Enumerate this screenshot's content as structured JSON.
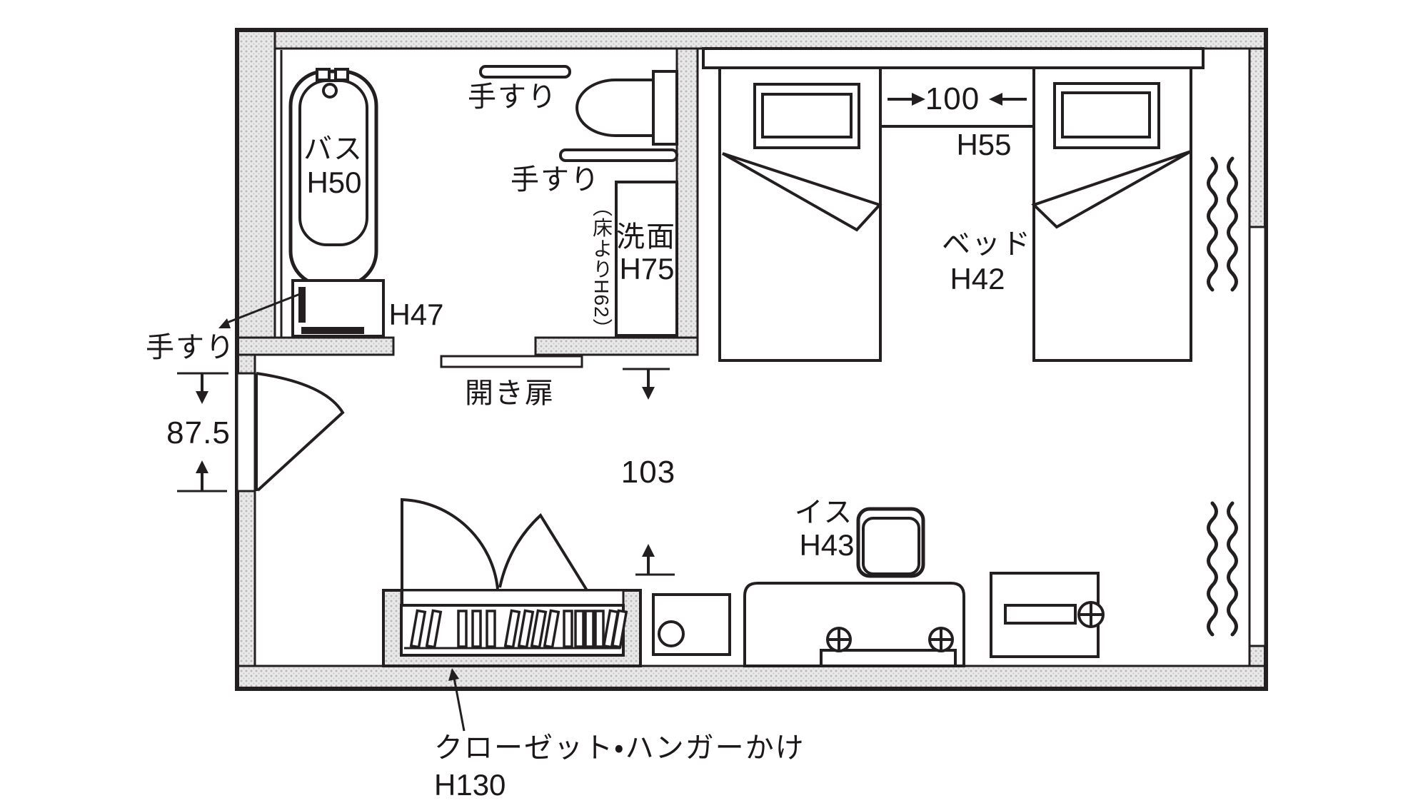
{
  "floorplan": {
    "bathroom": {
      "bathtub": {
        "label": "バス",
        "height": "H50"
      },
      "grab_bar_top": "手すり",
      "grab_bar_side": "手すり",
      "grab_bar_bath": "手すり",
      "washbasin": {
        "label": "洗面",
        "height": "H75",
        "note": "（床よりH62）"
      },
      "bench_height": "H47",
      "door_label": "開き扉"
    },
    "entrance": {
      "door_width": "87.5"
    },
    "bedroom": {
      "bed_gap": "100",
      "headboard_height": "H55",
      "bed": {
        "label": "ベッド",
        "height": "H42"
      },
      "chair": {
        "label": "イス",
        "height": "H43"
      },
      "clearance": "103",
      "closet": {
        "label": "クローゼット・ハンガーかけ",
        "height": "H130"
      }
    }
  },
  "colors": {
    "line": "#231f20",
    "wall_fill": "#e9e9e9",
    "wall_dot": "#b9b9b9",
    "background": "#ffffff",
    "solid_bar": "#231f20"
  }
}
